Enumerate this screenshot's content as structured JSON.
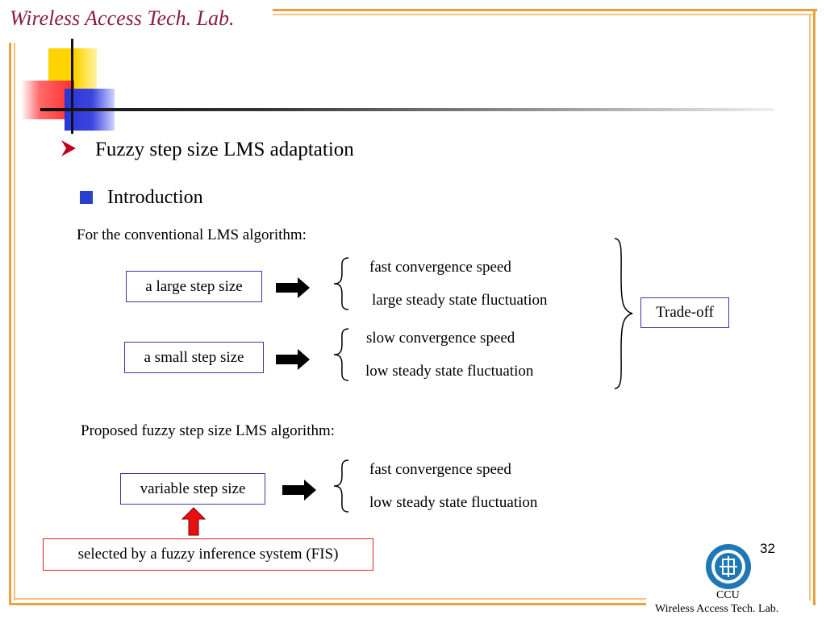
{
  "header": {
    "lab_title": "Wireless Access Tech. Lab."
  },
  "slide": {
    "heading": "Fuzzy step size LMS adaptation",
    "subheading": "Introduction",
    "conventional_label": "For the conventional LMS algorithm:",
    "large_step": {
      "box_label": "a large step size",
      "outcomes": [
        "fast convergence speed",
        "large steady state fluctuation"
      ]
    },
    "small_step": {
      "box_label": "a small step size",
      "outcomes": [
        "slow convergence speed",
        "low steady state fluctuation"
      ]
    },
    "tradeoff_label": "Trade-off",
    "proposed_label": "Proposed fuzzy step size LMS algorithm:",
    "variable_step": {
      "box_label": "variable step size",
      "outcomes": [
        "fast convergence speed",
        "low steady state fluctuation"
      ]
    },
    "fis_label": "selected by a fuzzy inference system (FIS)"
  },
  "footer": {
    "page_number": "32",
    "org_short": "CCU",
    "org_lab": "Wireless Access Tech. Lab."
  },
  "colors": {
    "title": "#8b1d3f",
    "frame": "#e8a23a",
    "bullet_square": "#2a3fcc",
    "fis_border": "#e02020",
    "box_border": "#3a3a9a",
    "up_arrow": "#e81010"
  },
  "icons": {
    "bullet": "right-arrowhead-icon",
    "arrow": "right-block-arrow-icon",
    "up_arrow": "up-block-arrow-icon",
    "logo": "ccu-emblem-icon"
  }
}
